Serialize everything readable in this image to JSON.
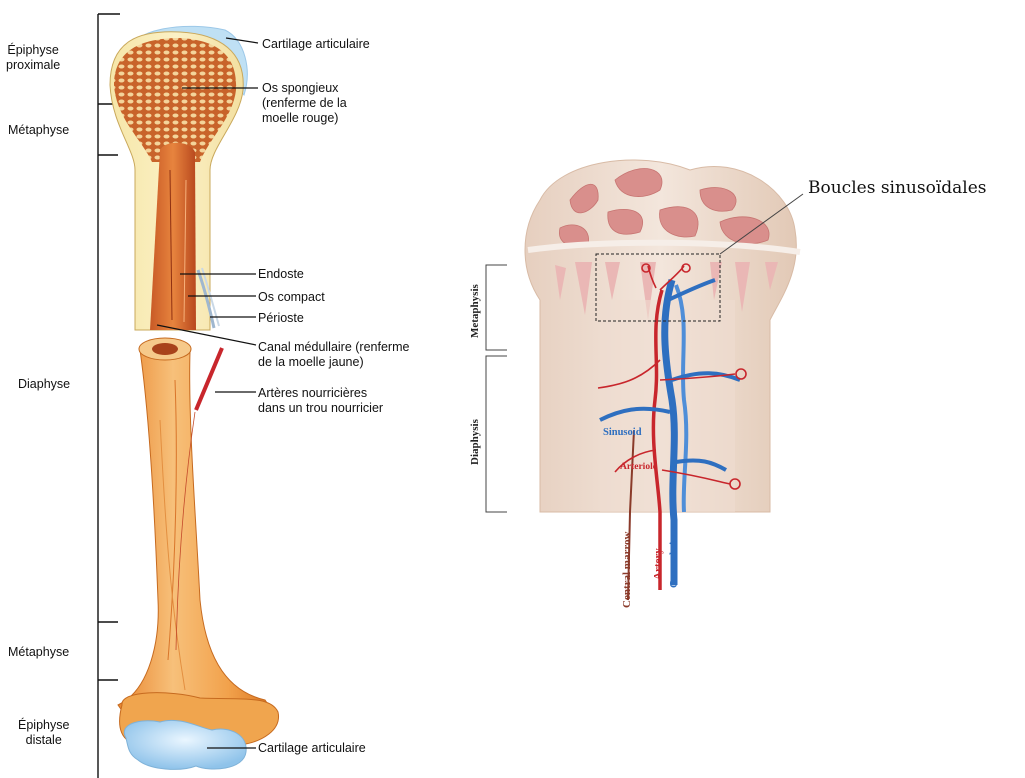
{
  "left_figure": {
    "regions": {
      "epiphyse_proximale": "Épiphyse\nproximale",
      "metaphyse_top": "Métaphyse",
      "diaphyse": "Diaphyse",
      "metaphyse_bottom": "Métaphyse",
      "epiphyse_distale": "Épiphyse\ndistale"
    },
    "callouts": {
      "cartilage_top": "Cartilage articulaire",
      "os_spongieux": "Os spongieux\n(renferme de la\nmoelle rouge)",
      "endoste": "Endoste",
      "os_compact": "Os compact",
      "perioste": "Périoste",
      "canal_medullaire": "Canal médullaire (renferme\nde la moelle jaune)",
      "arteres": "Artères nourricières\ndans un trou nourricier",
      "cartilage_bottom": "Cartilage articulaire"
    }
  },
  "right_figure": {
    "boucles": "Boucles sinusoïdales",
    "metaphysis": "Metaphysis",
    "diaphysis": "Diaphysis",
    "sinusoid": "Sinusoid",
    "arteriole": "Arteriole",
    "central_marrow": "Central marrow",
    "artery": "Artery",
    "central_sinus": "Central sinus",
    "colors": {
      "artery": "#c8262c",
      "sinus": "#2e6fc0",
      "marrow": "#8a3a2a",
      "bone": "#ecd9c7"
    }
  }
}
